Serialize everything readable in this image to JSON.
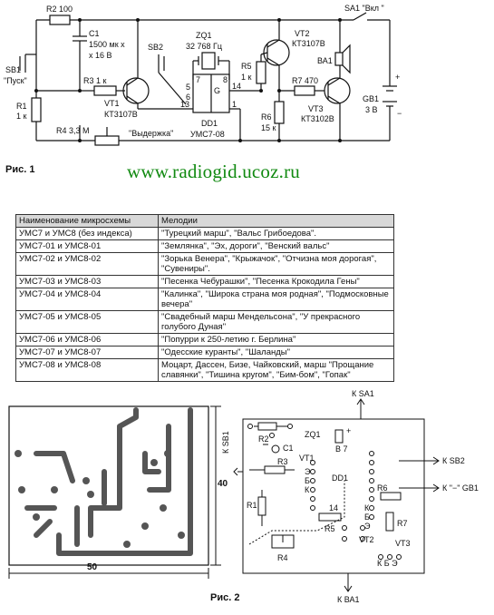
{
  "figure1": {
    "caption": "Рис. 1",
    "labels": {
      "r2": "R2 100",
      "c1_name": "C1",
      "c1_val1": "1500 мк x",
      "c1_val2": "x 16 В",
      "sb1": "SB1",
      "sb1_name": "\"Пуск\"",
      "r3": "R3 1 к",
      "vt1": "VT1",
      "vt1_type": "КТ3107В",
      "r1": "R1",
      "r1_val": "1 к",
      "r4": "R4 3,3 М",
      "r4_name": "\"Выдержка\"",
      "sb2": "SB2",
      "zq1": "ZQ1",
      "zq1_freq": "32 768 Гц",
      "pin7": "7",
      "pin8": "8",
      "pin5": "5",
      "pin6": "6",
      "pin14": "14",
      "pin13": "13",
      "pin1": "1",
      "dd1_g": "G",
      "dd1": "DD1",
      "dd1_type": "УМС7-08",
      "r5": "R5",
      "r5_val": "1 к",
      "vt2": "VT2",
      "vt2_type": "КТ3107В",
      "sa1": "SA1 \"Вкл \"",
      "ba1": "ВА1",
      "r7": "R7 470",
      "vt3": "VT3",
      "vt3_type": "КТ3102В",
      "r6": "R6",
      "r6_val": "15 к",
      "gb1": "GB1",
      "gb1_val": "3 В",
      "plus": "+",
      "minus": "−"
    }
  },
  "website": "www.radiogid.ucoz.ru",
  "melody_table": {
    "headers": [
      "Наименование микросхемы",
      "Мелодии"
    ],
    "rows": [
      [
        "УМС7 и УМС8 (без индекса)",
        "\"Турецкий марш\", \"Вальс Грибоедова\"."
      ],
      [
        "УМС7-01 и УМС8-01",
        "\"Землянка\", \"Эх, дороги\", \"Венский вальс\""
      ],
      [
        "УМС7-02 и УМС8-02",
        "\"Зорька Венера\", \"Крыжачок\", \"Отчизна моя дорогая\", \"Сувениры\"."
      ],
      [
        "УМС7-03 и УМС8-03",
        "\"Песенка Чебурашки\", \"Песенка Крокодила Гены\""
      ],
      [
        "УМС7-04 и УМС8-04",
        "\"Калинка\", \"Широка страна моя родная\", \"Подмосковные вечера\""
      ],
      [
        "УМС7-05 и УМС8-05",
        "\"Свадебный марш Мендельсона\", \"У прекрасного голубого Дуная\""
      ],
      [
        "УМС7-06 и УМС8-06",
        "\"Попурри к 250-летию г. Берлина\""
      ],
      [
        "УМС7-07 и УМС8-07",
        "\"Одесские куранты\", \"Шаланды\""
      ],
      [
        "УМС7-08 и УМС8-08",
        "Моцарт, Дассен, Бизе, Чайковский, марш \"Прощание славянки\", \"Тишина кругом\", \"Бим-бом\", \"Гопак\""
      ]
    ]
  },
  "figure2": {
    "caption": "Рис. 2",
    "dim_width": "50",
    "dim_height": "40",
    "labels": {
      "k_sa1_top": "К SA1",
      "k_sb1": "К SB1",
      "k_sb2": "К SB2",
      "k_gb1": "К \"−\" GB1",
      "k_ba1": "К ВА1",
      "r2": "R2",
      "c1": "C1",
      "zq1": "ZQ1",
      "vt1": "VT1",
      "r3": "R3",
      "b7": "В 7",
      "dd1": "DD1",
      "r1": "R1",
      "n14": "14",
      "r5": "R5",
      "r4": "R4",
      "r6": "R6",
      "r7": "R7",
      "vt2": "VT2",
      "vt3": "VT3",
      "e1": "Э",
      "b1": "Б",
      "k1": "К",
      "k2": "К",
      "b2": "Б",
      "e2": "Э",
      "kbe": "К Б Э",
      "plus": "+"
    }
  }
}
